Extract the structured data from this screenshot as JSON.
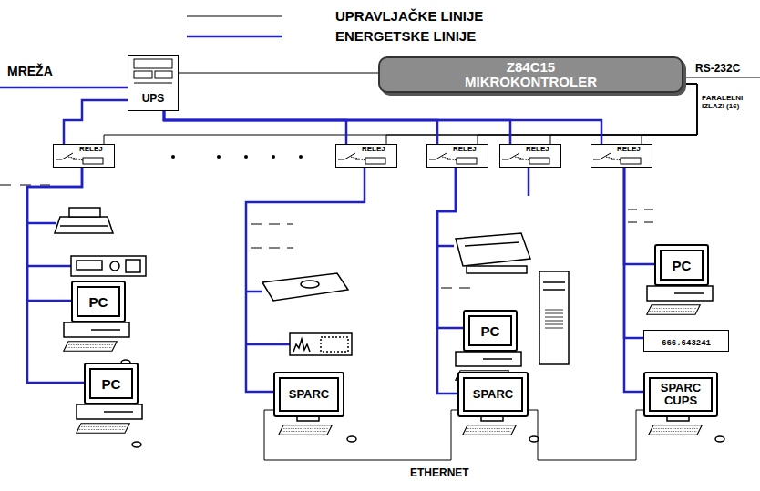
{
  "diagram": {
    "nodes": [
      {
        "text": [
          "UPS"
        ]
      },
      {
        "text": [
          "Z84C15 MIKROKONTROLER"
        ]
      },
      {
        "text": [
          "RELEJ"
        ]
      },
      {
        "text": [
          "RELEJ"
        ]
      },
      {
        "text": [
          "RELEJ"
        ]
      },
      {
        "text": [
          "RELEJ"
        ]
      },
      {
        "text": [
          "RELEJ"
        ]
      },
      {
        "text": [
          "PC"
        ]
      },
      {
        "text": [
          "PC"
        ]
      },
      {
        "text": [
          "SPARC"
        ]
      },
      {
        "text": [
          "PC"
        ]
      },
      {
        "text": [
          "SPARC"
        ]
      },
      {
        "text": [
          "PC"
        ]
      },
      {
        "text": [
          "666.643241"
        ]
      },
      {
        "text": [
          "SPARC CUPS"
        ]
      }
    ],
    "edges": [
      {
        "from": 0,
        "to": 1,
        "arrow": "none"
      },
      {
        "from": 1,
        "to": 2,
        "arrow": "none"
      },
      {
        "from": 1,
        "to": 3,
        "arrow": "none"
      },
      {
        "from": 1,
        "to": 4,
        "arrow": "none"
      },
      {
        "from": 1,
        "to": 5,
        "arrow": "none"
      },
      {
        "from": 1,
        "to": 6,
        "arrow": "none"
      },
      {
        "from": 0,
        "to": 2,
        "arrow": "none"
      },
      {
        "from": 0,
        "to": 3,
        "arrow": "none"
      },
      {
        "from": 0,
        "to": 4,
        "arrow": "none"
      },
      {
        "from": 0,
        "to": 5,
        "arrow": "none"
      },
      {
        "from": 0,
        "to": 6,
        "arrow": "none"
      },
      {
        "from": 2,
        "to": 7,
        "arrow": "none"
      },
      {
        "from": 2,
        "to": 8,
        "arrow": "none"
      },
      {
        "from": 3,
        "to": 9,
        "arrow": "none"
      },
      {
        "from": 4,
        "to": 10,
        "arrow": "none"
      },
      {
        "from": 4,
        "to": 11,
        "arrow": "none"
      },
      {
        "from": 6,
        "to": 12,
        "arrow": "none"
      },
      {
        "from": 6,
        "to": 13,
        "arrow": "none"
      },
      {
        "from": 6,
        "to": 14,
        "arrow": "none"
      },
      {
        "from": 9,
        "to": 11,
        "arrow": "none"
      },
      {
        "from": 11,
        "to": 14,
        "arrow": "none"
      }
    ],
    "labels": [
      "MREŽA",
      "RS-232C",
      "PARALELNI IZLAZI (16)",
      "ETHERNET"
    ],
    "legend": [
      {
        "text": "UPRAVLJAČKE LINIJE"
      },
      {
        "text": "ENERGETSKE LINIJE"
      }
    ]
  }
}
